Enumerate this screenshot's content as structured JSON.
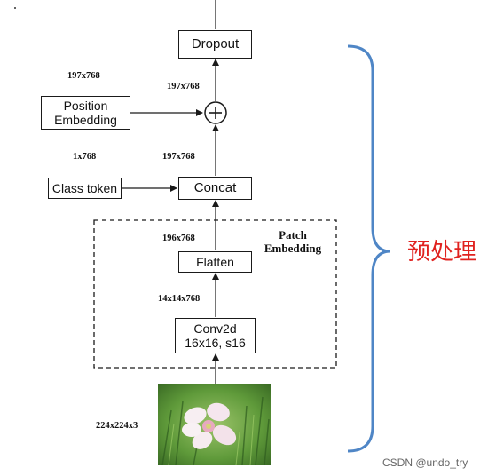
{
  "boxes": {
    "dropout": "Dropout",
    "position_embedding_line1": "Position",
    "position_embedding_line2": "Embedding",
    "class_token": "Class token",
    "concat": "Concat",
    "flatten": "Flatten",
    "conv2d_line1": "Conv2d",
    "conv2d_line2": "16x16, s16"
  },
  "add_symbol": "+",
  "dimensions": {
    "pos_embed": "197x768",
    "add_input": "197x768",
    "cls_token": "1x768",
    "concat_out": "197x768",
    "flatten_out": "196x768",
    "conv_out": "14x14x768",
    "image_in": "224x224x3"
  },
  "patch_embedding_line1": "Patch",
  "patch_embedding_line2": "Embedding",
  "brace_label": "预处理",
  "watermark": "CSDN @undo_try",
  "colors": {
    "brace": "#4f86c6",
    "brace_label": "#e0221f",
    "line": "#1a1a1a"
  }
}
